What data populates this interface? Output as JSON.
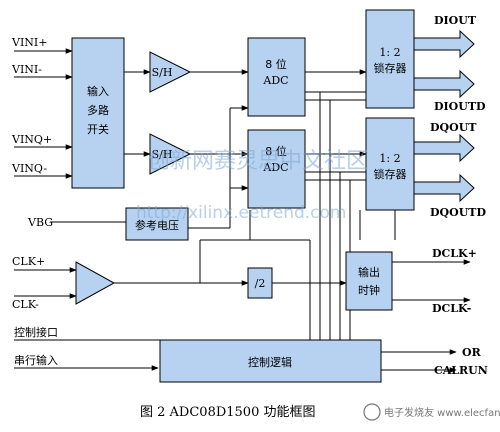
{
  "inputs": {
    "vini_plus": "VINI+",
    "vini_minus": "VINI-",
    "vinq_plus": "VINQ+",
    "vinq_minus": "VINQ-",
    "vbg": "VBG",
    "clk_plus": "CLK+",
    "clk_minus": "CLK-",
    "control_port": "控制接口",
    "serial_input": "串行输入"
  },
  "blocks": {
    "mux_line1": "输入",
    "mux_line2": "多路",
    "mux_line3": "开关",
    "sh_top": "S/H",
    "sh_bottom": "S/H",
    "adc_top_line1": "8 位",
    "adc_top_line2": "ADC",
    "adc_bottom_line1": "8 位",
    "adc_bottom_line2": "ADC",
    "latch_top_line1": "1: 2",
    "latch_top_line2": "锁存器",
    "latch_bottom_line1": "1: 2",
    "latch_bottom_line2": "锁存器",
    "vref": "参考电压",
    "div2": "/2",
    "clkout_line1": "输出",
    "clkout_line2": "时钟",
    "control_logic": "控制逻辑"
  },
  "outputs": {
    "diout": "DIOUT",
    "dioutd": "DIOUTD",
    "dqout": "DQOUT",
    "dqoutd": "DQOUTD",
    "dclk_plus": "DCLK+",
    "dclk_minus": "DCLK-",
    "or": "OR",
    "calrun": "CALRUN"
  },
  "caption": "图 2    ADC08D1500 功能框图",
  "watermark": {
    "line1": "创新网赛灵思中文社区",
    "line2": "http://xilinx.eetrend.com",
    "logo": "电子发烧友 www.elecfans.com"
  }
}
